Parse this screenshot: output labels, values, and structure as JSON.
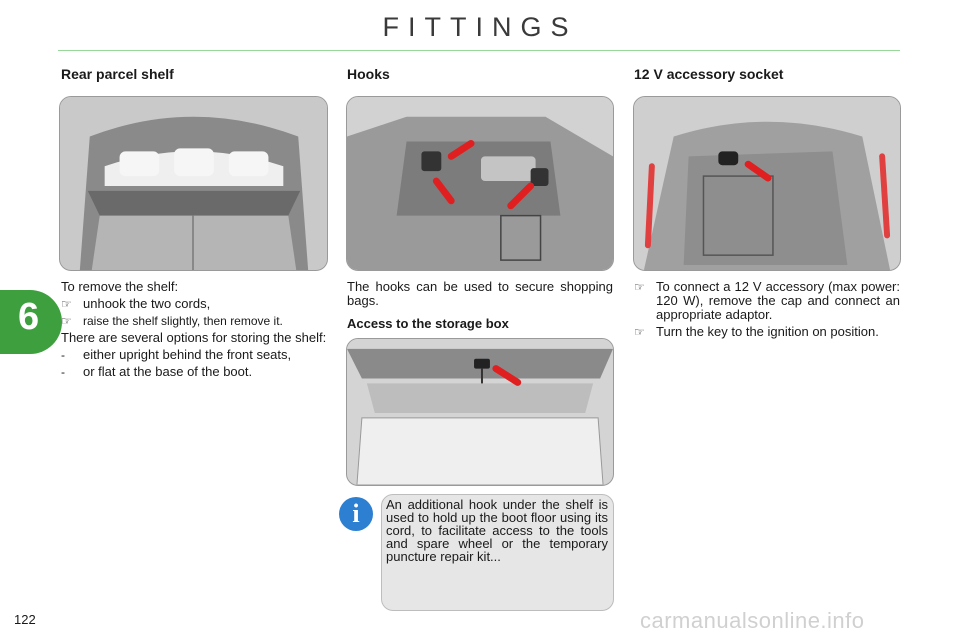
{
  "page": {
    "title": "FITTINGS",
    "chapter_tab": "6",
    "page_number": "122",
    "watermark": "carmanualsonline.info"
  },
  "columns": {
    "left": {
      "heading": "Rear parcel shelf",
      "intro": "To remove the shelf:",
      "bullets": [
        "unhook the two cords,",
        "raise the shelf slightly, then remove it."
      ],
      "para": "There are several options for storing the shelf:",
      "dashes": [
        "either upright behind the front seats,",
        "or flat at the base of the boot."
      ]
    },
    "middle": {
      "heading": "Hooks",
      "para": "The hooks can be used to secure shopping bags.",
      "sub_heading": "Access to the storage box"
    },
    "right": {
      "heading": "12 V accessory socket",
      "bullets": [
        "To connect a 12 V accessory (max power: 120 W), remove the cap and connect an appropriate adaptor.",
        "Turn the key to the ignition on position."
      ]
    }
  },
  "info_box": {
    "text": "An additional hook under the shelf is used to hold up the boot floor using its cord, to facilitate access to the tools and spare wheel or the temporary puncture repair kit..."
  },
  "icons": {
    "bullet": "pointing-hand-icon",
    "info": "info-icon"
  },
  "colors": {
    "tab_green": "#3d9f3d",
    "arrow_red": "#e02020",
    "info_blue": "#2c7fd1"
  }
}
